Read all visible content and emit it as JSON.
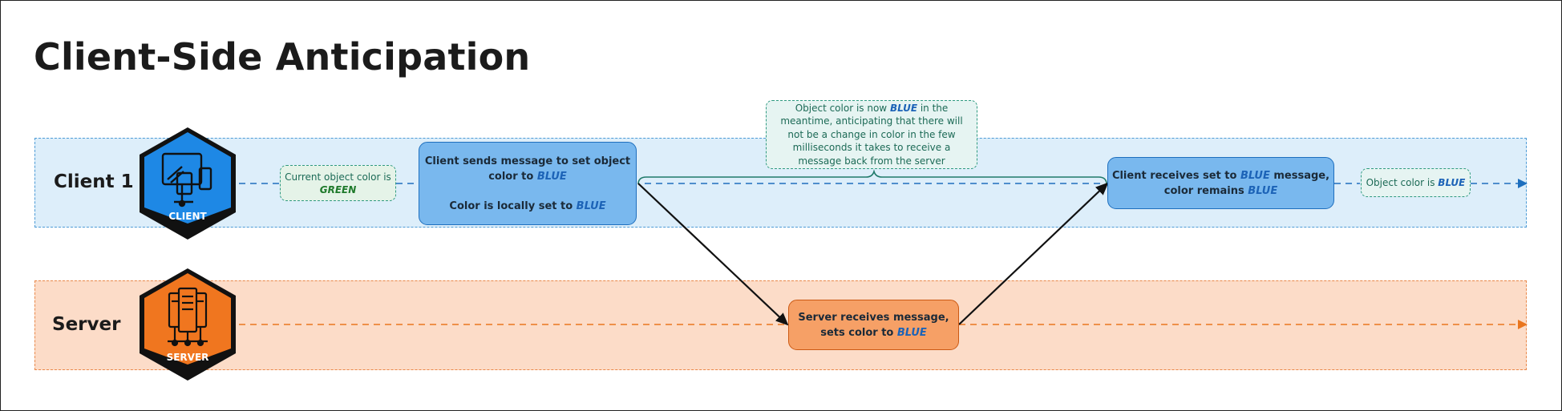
{
  "title": "Client-Side Anticipation",
  "lanes": {
    "client": {
      "label": "Client 1",
      "icon_label": "CLIENT"
    },
    "server": {
      "label": "Server",
      "icon_label": "SERVER"
    }
  },
  "notes": {
    "current_color": {
      "prefix": "Current object color is",
      "value": "GREEN"
    },
    "anticipation": {
      "line1_prefix": "Object color is now",
      "value": "BLUE",
      "line1_suffix": "in the meantime,",
      "rest": "anticipating that there will not be a change in color in the few milliseconds it takes to receive a message back from the server"
    },
    "final_color": {
      "prefix": "Object color is",
      "value": "BLUE"
    }
  },
  "boxes": {
    "client_send": {
      "line1": "Client sends message to set object",
      "line2_prefix": "color to",
      "value1": "BLUE",
      "line3_prefix": "Color is locally set to",
      "value2": "BLUE"
    },
    "server_receive": {
      "line1": "Server receives message,",
      "line2_prefix": "sets color to",
      "value": "BLUE"
    },
    "client_receive": {
      "line1_prefix": "Client receives set to",
      "value1": "BLUE",
      "line1_suffix": "message,",
      "line2_prefix": "color remains",
      "value2": "BLUE"
    }
  },
  "colors": {
    "client_lane": "#ddeefa",
    "server_lane": "#fcdcc8",
    "client_accent": "#1e88e5",
    "server_accent": "#f0761f",
    "blue_text": "#1c63b7",
    "green_text": "#1f7a2c"
  },
  "icons": {
    "client": "client-devices-icon",
    "server": "server-rack-icon"
  }
}
